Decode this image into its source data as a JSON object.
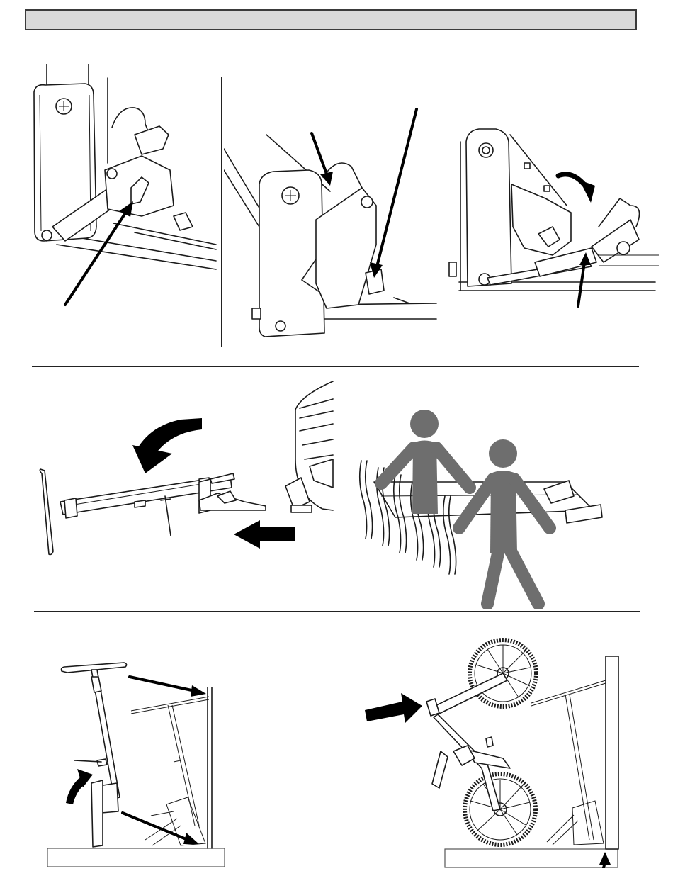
{
  "header": {
    "title": ""
  },
  "sections": [
    {
      "name": "release-lever-steps",
      "panels": 3
    },
    {
      "name": "unfold-and-carry-steps",
      "panels": 2
    },
    {
      "name": "wall-mount-and-load-steps",
      "panels": 2
    }
  ],
  "colors": {
    "line": "#1a1a1a",
    "header_fill": "#d9d9d9",
    "figure_gray": "#6e6e6e",
    "arrow": "#000000"
  }
}
